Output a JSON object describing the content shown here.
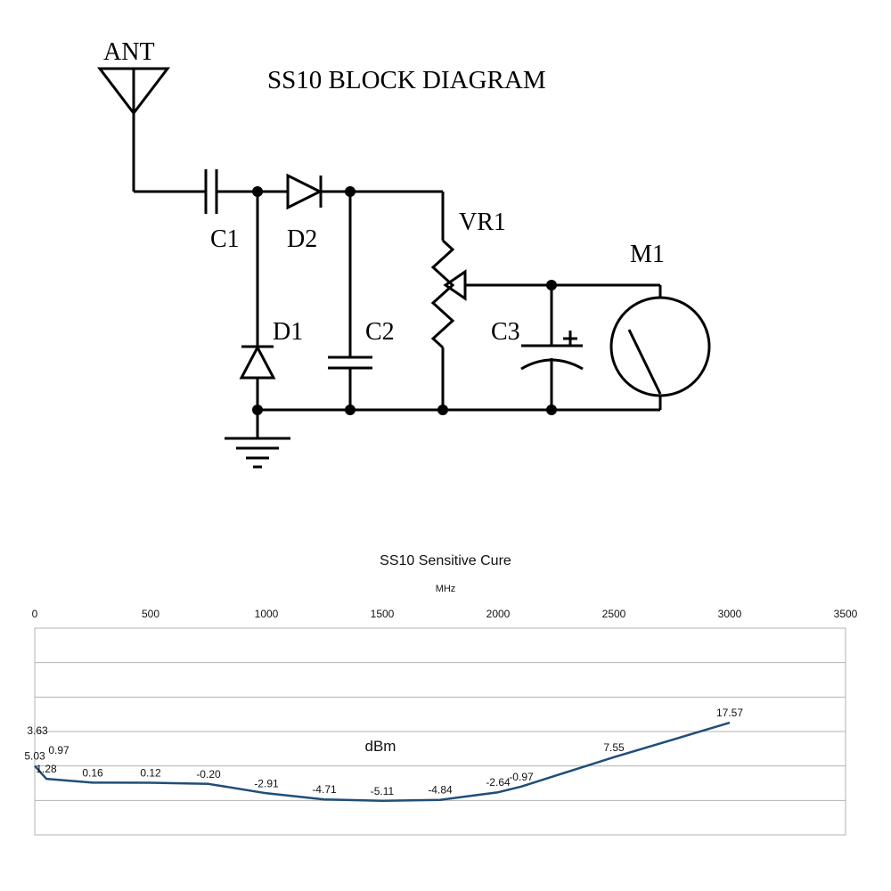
{
  "schematic": {
    "title": "SS10 BLOCK DIAGRAM",
    "labels": {
      "ant": "ANT",
      "c1": "C1",
      "d2": "D2",
      "vr1": "VR1",
      "m1": "M1",
      "d1": "D1",
      "c2": "C2",
      "c3": "C3"
    },
    "icons": [
      "antenna-icon",
      "capacitor-icon",
      "diode-icon",
      "variable-resistor-icon",
      "polarized-capacitor-icon",
      "meter-icon",
      "ground-icon",
      "junction-dot-icon"
    ]
  },
  "chart_data": {
    "type": "line",
    "title": "SS10 Sensitive Cure",
    "xlabel": "MHz",
    "ylabel": "dBm",
    "x_axis_position": "top",
    "xlim": [
      0,
      3500
    ],
    "x_ticks": [
      0,
      500,
      1000,
      1500,
      2000,
      2500,
      3000,
      3500
    ],
    "ylim": [
      -15,
      45
    ],
    "y_gridlines": [
      -15,
      -5,
      5,
      15,
      25,
      35,
      45
    ],
    "y_tick_labels_shown": false,
    "grid": true,
    "legend": "none",
    "line_color": "#1f4e79",
    "series": [
      {
        "x": [
          0,
          50,
          250,
          500,
          750,
          1000,
          1250,
          1500,
          1750,
          2000,
          2100,
          2500,
          3000
        ],
        "y": [
          5.03,
          1.28,
          0.16,
          0.12,
          -0.2,
          -2.91,
          -4.71,
          -5.11,
          -4.84,
          -2.64,
          -0.97,
          7.55,
          17.57
        ],
        "labels": [
          "5.03",
          "1.28",
          "0.16",
          "0.12",
          "-0.20",
          "-2.91",
          "-4.71",
          "-5.11",
          "-4.84",
          "-2.64",
          "-0.97",
          "7.55",
          "17.57"
        ]
      }
    ],
    "extra_labels": [
      "3.63",
      "0.97"
    ]
  }
}
